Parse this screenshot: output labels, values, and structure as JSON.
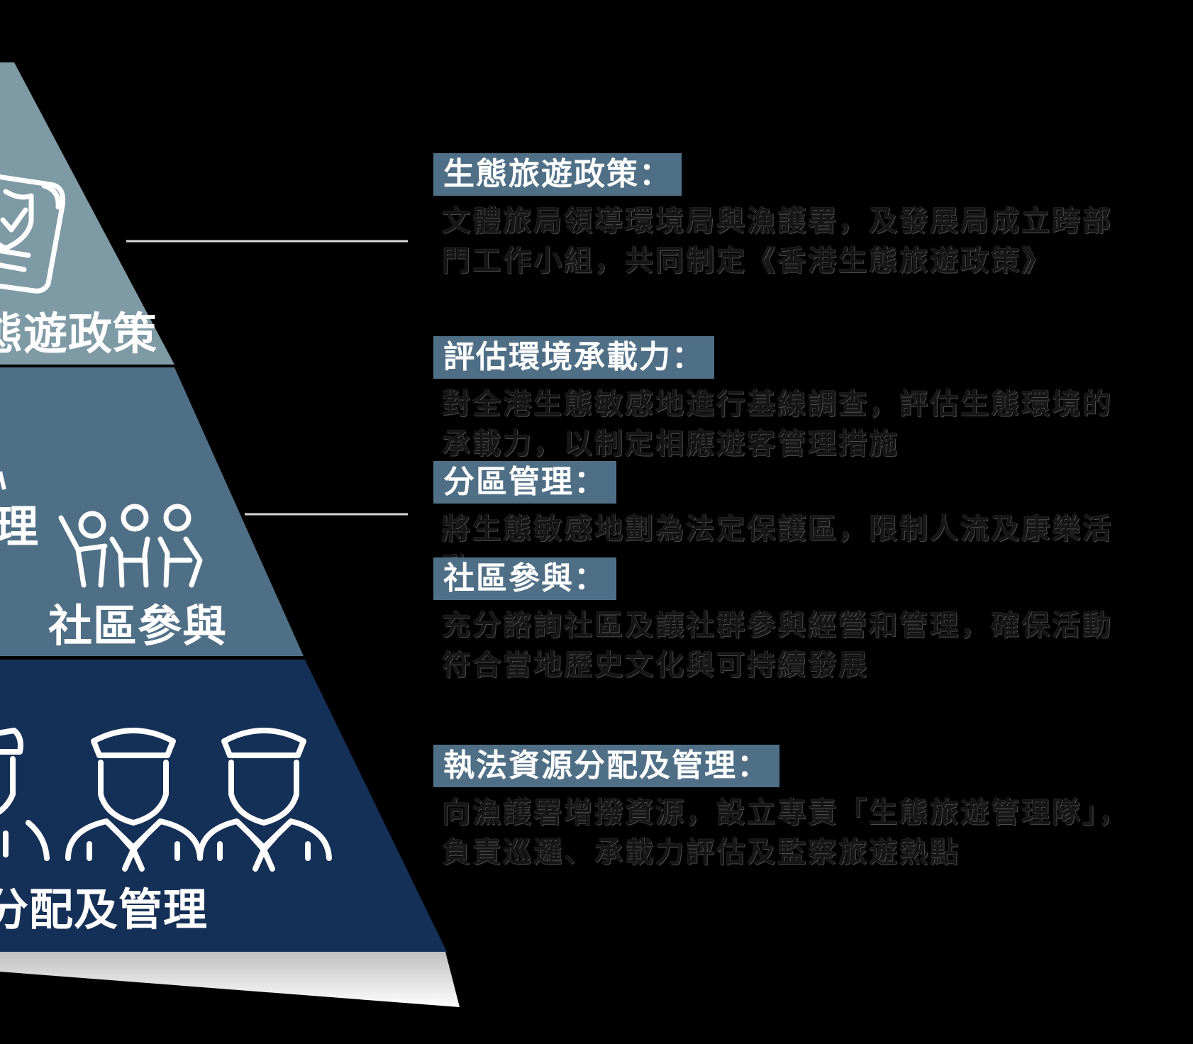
{
  "colors": {
    "background": "#000000",
    "tier_top": "#7e9aa5",
    "tier_middle": "#4f6f86",
    "tier_bottom": "#153057",
    "heading_bg": "#4f6f86",
    "icon_stroke": "#ffffff",
    "connector": "#d8d8d8"
  },
  "pyramid": {
    "top_label": "態遊政策",
    "middle_label_left": "理",
    "middle_label_right": "社區參與",
    "bottom_label": "分配及管理",
    "icons": [
      "policy-document-shield-icon",
      "community-people-icon",
      "officer-icon"
    ]
  },
  "items": [
    {
      "heading": "生態旅遊政策：",
      "body": "文體旅局領導環境局與漁護署，及發展局成立跨部門工作小組，共同制定《香港生態旅遊政策》"
    },
    {
      "heading": "評估環境承載力：",
      "body": "對全港生態敏感地進行基線調查，評估生態環境的承載力，以制定相應遊客管理措施"
    },
    {
      "heading": "分區管理：",
      "body": "將生態敏感地劃為法定保護區，限制人流及康樂活動"
    },
    {
      "heading": "社區參與：",
      "body": "充分諮詢社區及讓社群參與經營和管理，確保活動符合當地歷史文化與可持續發展"
    },
    {
      "heading": "執法資源分配及管理：",
      "body": "向漁護署增撥資源，設立專責「生態旅遊管理隊」，負責巡邏、承載力評估及監察旅遊熱點"
    }
  ]
}
